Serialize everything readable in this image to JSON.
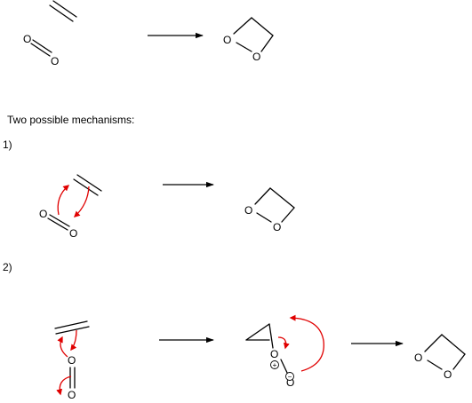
{
  "heading": "Two possible mechanisms:",
  "mechanism_1_label": "1)",
  "mechanism_2_label": "2)",
  "atom_oxygen": "O",
  "charge_plus": "+",
  "charge_minus": "−",
  "colors": {
    "ink": "#000000",
    "electron_arrow": "#e00000"
  }
}
